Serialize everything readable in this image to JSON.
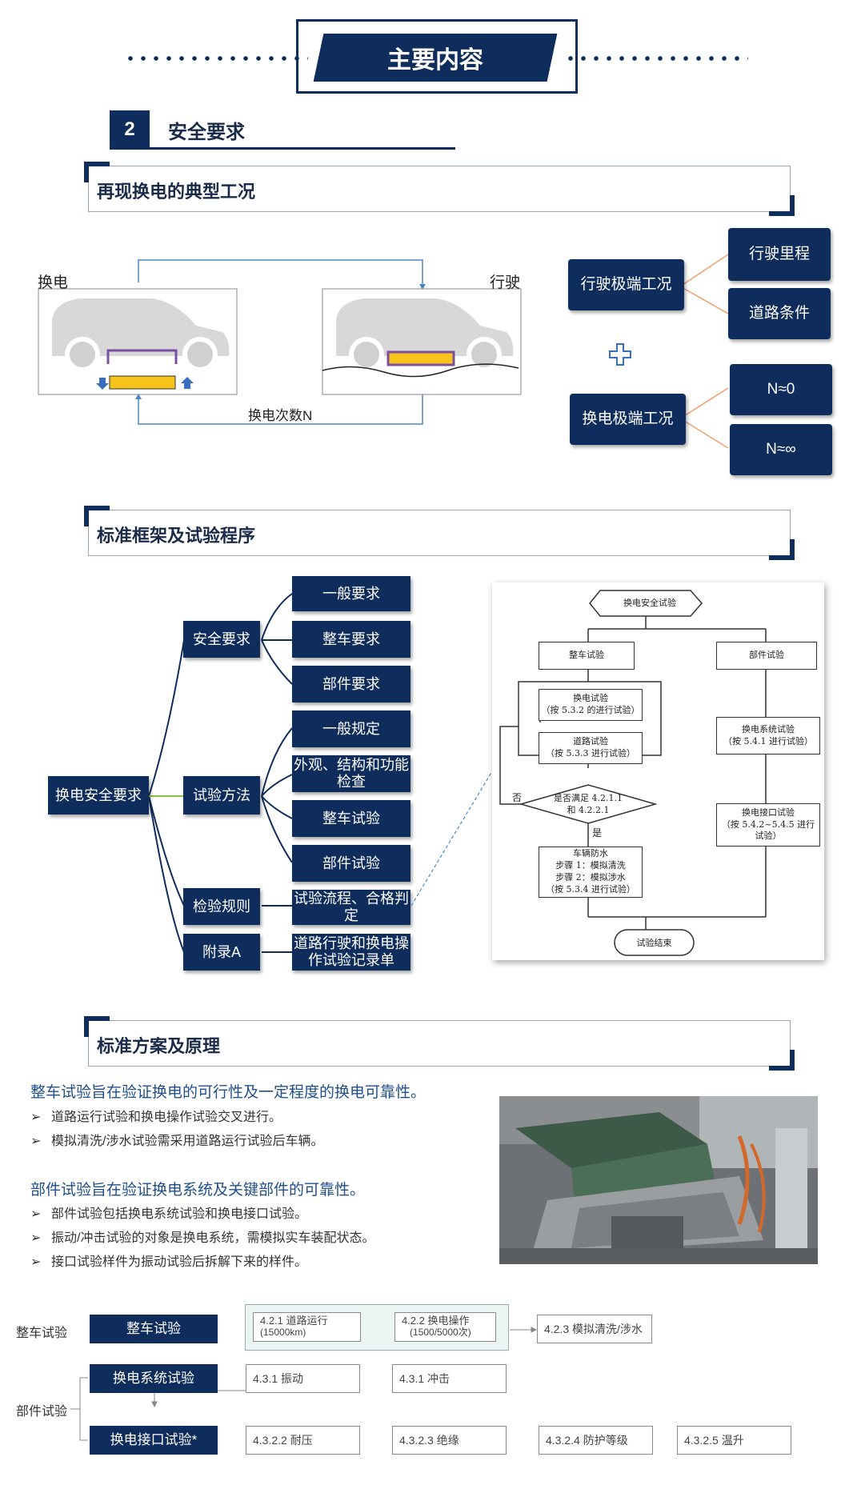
{
  "header": {
    "title": "主要内容"
  },
  "section": {
    "number": "2",
    "title": "安全要求"
  },
  "sec1": {
    "title": "再现换电的典型工况",
    "label_swap": "换电",
    "label_drive": "行驶",
    "label_count": "换电次数N",
    "drive_extreme": "行驶极端工况",
    "drive_items": [
      "行驶里程",
      "道路条件"
    ],
    "swap_extreme": "换电极端工况",
    "swap_items": [
      "N≈0",
      "N≈∞"
    ]
  },
  "sec2": {
    "title": "标准框架及试验程序",
    "root": "换电安全要求",
    "level1": [
      "安全要求",
      "试验方法",
      "检验规则",
      "附录A"
    ],
    "level2": [
      "一般要求",
      "整车要求",
      "部件要求",
      "一般规定",
      "外观、结构和功能检查",
      "整车试验",
      "部件试验",
      "试验流程、合格判定",
      "道路行驶和换电操作试验记录单"
    ],
    "flowchart": {
      "start": "换电安全试验",
      "vehicle_test": "整车试验",
      "component_test": "部件试验",
      "swap_test": [
        "换电试验",
        "（按 5.3.2 的进行试验）"
      ],
      "road_test": [
        "道路试验",
        "（按 5.3.3 进行试验）"
      ],
      "decision": [
        "是否满足 4.2.1.1",
        "和 4.2.2.1"
      ],
      "no": "否",
      "yes": "是",
      "waterproof": [
        "车辆防水",
        "步骤 1：模拟清洗",
        "步骤 2：模拟涉水",
        "（按 5.3.4 进行试验）"
      ],
      "system_test": [
        "换电系统试验",
        "（按 5.4.1 进行试验）"
      ],
      "interface_test": [
        "换电接口试验",
        "（按 5.4.2~5.4.5 进行",
        "试验）"
      ],
      "end": "试验结束"
    }
  },
  "sec3": {
    "title": "标准方案及原理",
    "lead1": "整车试验旨在验证换电的可行性及一定程度的换电可靠性。",
    "bullets1": [
      "道路运行试验和换电操作试验交叉进行。",
      "模拟清洗/涉水试验需采用道路运行试验后车辆。"
    ],
    "lead2": "部件试验旨在验证换电系统及关键部件的可靠性。",
    "bullets2": [
      "部件试验包括换电系统试验和换电接口试验。",
      "振动/冲击试验的对象是换电系统，需模拟实车装配状态。",
      "接口试验样件为振动试验后拆解下来的样件。"
    ],
    "bullet_symbol": "➢"
  },
  "bottom": {
    "vehicle_label": "整车试验",
    "vehicle_box": "整车试验",
    "road": [
      "4.2.1 道路运行",
      "(15000km)"
    ],
    "swap_op": [
      "4.2.2 换电操作",
      "(1500/5000次)"
    ],
    "clean": "4.2.3 模拟清洗/涉水",
    "component_label": "部件试验",
    "system_box": "换电系统试验",
    "interface_box": "换电接口试验*",
    "vibration": "4.3.1 振动",
    "shock": "4.3.1 冲击",
    "voltage": "4.3.2.2 耐压",
    "insulation": "4.3.2.3 绝缘",
    "protection": "4.3.2.4 防护等级",
    "temp": "4.3.2.5 温升"
  },
  "colors": {
    "navy": "#0f2d5c",
    "orange": "#f0a070",
    "battery": "#f7c21a",
    "frame": "#7b4fa0"
  }
}
